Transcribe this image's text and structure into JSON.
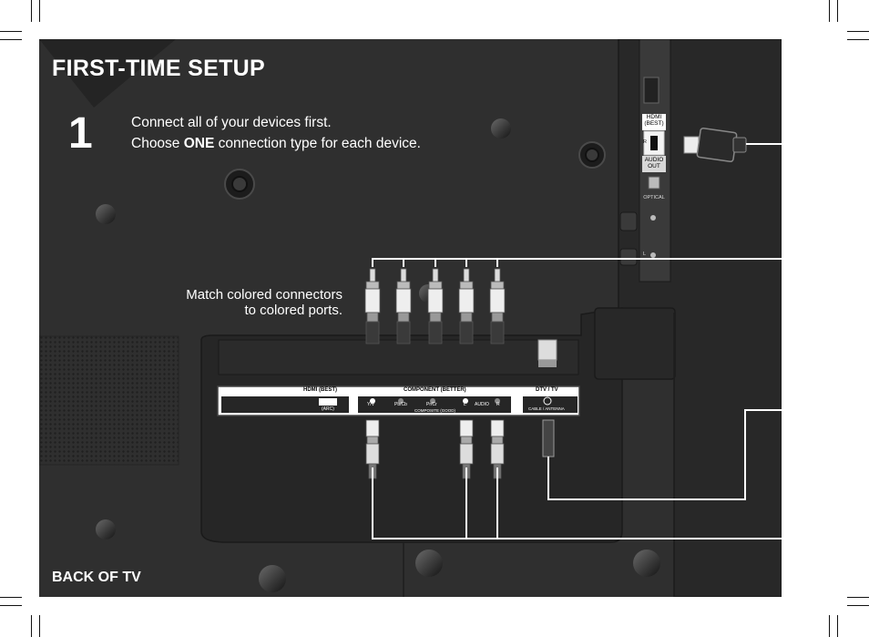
{
  "page": {
    "title": "FIRST-TIME SETUP",
    "step_number": "1",
    "instruction_line1": "Connect all of your devices first.",
    "instruction_line2_prefix": "Choose ",
    "instruction_line2_bold": "ONE",
    "instruction_line2_suffix": " connection type for each device.",
    "match_line1": "Match colored connectors",
    "match_line2": "to colored ports.",
    "back_label": "BACK OF TV"
  },
  "side_panel": {
    "hdmi_label_1": "HDMI",
    "hdmi_label_2": "(BEST)",
    "audio_out_1": "AUDIO",
    "audio_out_2": "OUT",
    "optical": "OPTICAL",
    "port_r": "R",
    "port_l": "L"
  },
  "bottom_panel": {
    "hdmi_header": "HDMI (BEST)",
    "hdmi_sub": "(ARC)",
    "component_header": "COMPONENT (BETTER)",
    "ports": [
      "Y/V",
      "Pb/Cb",
      "Pr/Cr",
      "L",
      "AUDIO",
      "R"
    ],
    "composite_label": "COMPOSITE (GOOD)",
    "dtv_header": "DTV / TV",
    "dtv_sub": "CABLE / ANTENNA"
  },
  "colors": {
    "background": "#2f2f2f",
    "panel_dark": "#262626",
    "label_bg": "#ffffff",
    "accent": "#ffffff"
  }
}
